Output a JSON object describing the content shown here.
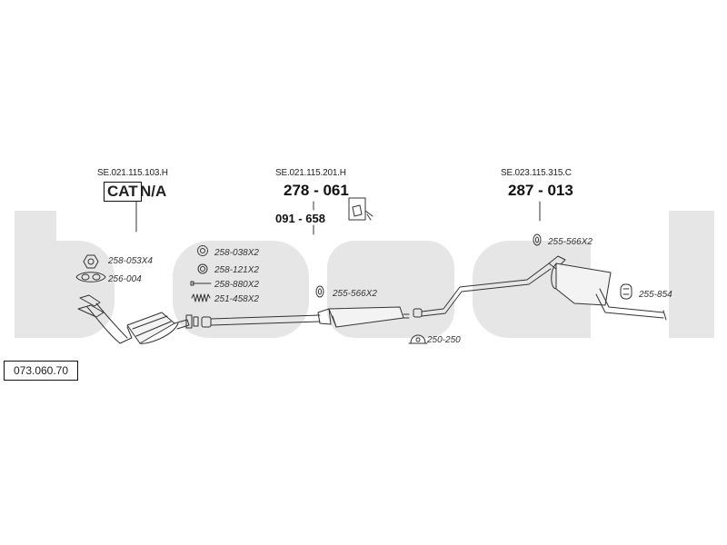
{
  "reference": "073.060.70",
  "watermark": "bosal",
  "sections": [
    {
      "code": "SE.021.115.103.H",
      "cat": "CAT",
      "cat_suffix": "N/A"
    },
    {
      "code": "SE.021.115.201.H",
      "part": "278 - 061",
      "subpart": "091 - 658"
    },
    {
      "code": "SE.023.115.315.C",
      "part": "287 - 013"
    }
  ],
  "parts": [
    {
      "label": "258-053X4",
      "icon": "nut-icon"
    },
    {
      "label": "256-004",
      "icon": "gasket-icon"
    },
    {
      "label": "258-038X2",
      "icon": "serrated-washer-icon"
    },
    {
      "label": "258-121X2",
      "icon": "washer-icon"
    },
    {
      "label": "258-880X2",
      "icon": "bolt-icon"
    },
    {
      "label": "251-458X2",
      "icon": "spring-icon"
    },
    {
      "label": "255-566X2",
      "icon": "rubber-mount-icon"
    },
    {
      "label": "250-250",
      "icon": "clamp-icon"
    },
    {
      "label": "255-566X2",
      "icon": "rubber-mount-icon"
    },
    {
      "label": "255-854",
      "icon": "rubber-hanger-icon"
    }
  ]
}
